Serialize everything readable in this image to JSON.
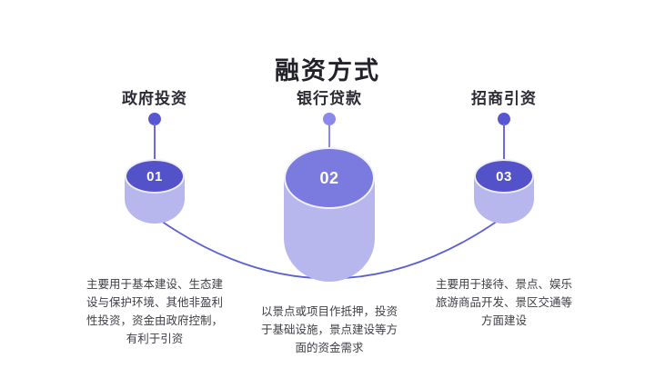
{
  "title": "融资方式",
  "items": [
    {
      "number": "01",
      "heading": "政府投资",
      "description": "主要用于基本建设、生态建设与保护环境、其他非盈利性投资，资金由政府控制，有利于引资"
    },
    {
      "number": "02",
      "heading": "银行贷款",
      "description": "以景点或项目作抵押，投资于基础设施，景点建设等方面的资金需求"
    },
    {
      "number": "03",
      "heading": "招商引资",
      "description": "主要用于接待、景点、娱乐旅游商品开发、景区交通等方面建设"
    }
  ],
  "colors": {
    "cylinder_top_dark": "#5452c8",
    "cylinder_top_light": "#7b7ade",
    "cylinder_body": "#b7b6ed",
    "connector_line": "#5c60d8",
    "dot_dark": "#5857d2",
    "dot_light": "#8a88ea"
  }
}
